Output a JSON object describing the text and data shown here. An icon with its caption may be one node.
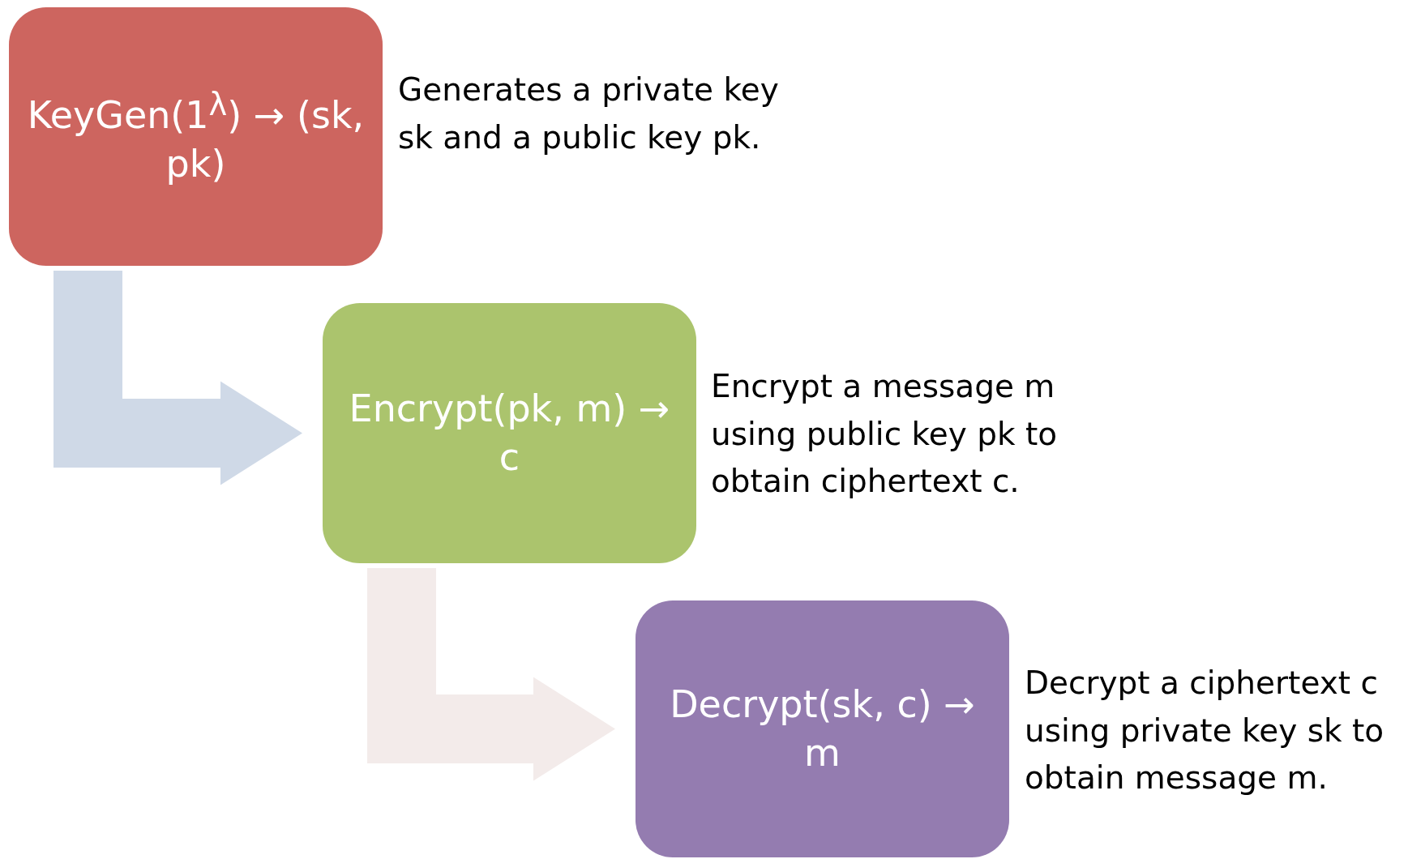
{
  "diagram": {
    "nodes": [
      {
        "text": [
          "KeyGen(1$^{λ}$) → (sk, pk)"
        ],
        "beside": [
          "Generates a private key sk and a public key pk."
        ]
      },
      {
        "text": [
          "Encrypt(pk, m) → c"
        ],
        "beside": [
          "Encrypt a message m using public key pk to obtain ciphertext c."
        ]
      },
      {
        "text": [
          "Decrypt(sk, c) → m"
        ],
        "beside": [
          "Decrypt a ciphertext c using private key sk to obtain message m."
        ]
      }
    ],
    "edges": [
      {
        "from": 0,
        "to": 1,
        "arrow": "to",
        "style": "thick",
        "color": "#cfd9e7"
      },
      {
        "from": 1,
        "to": 2,
        "arrow": "to",
        "style": "thick",
        "color": "#f3ebea"
      }
    ]
  }
}
